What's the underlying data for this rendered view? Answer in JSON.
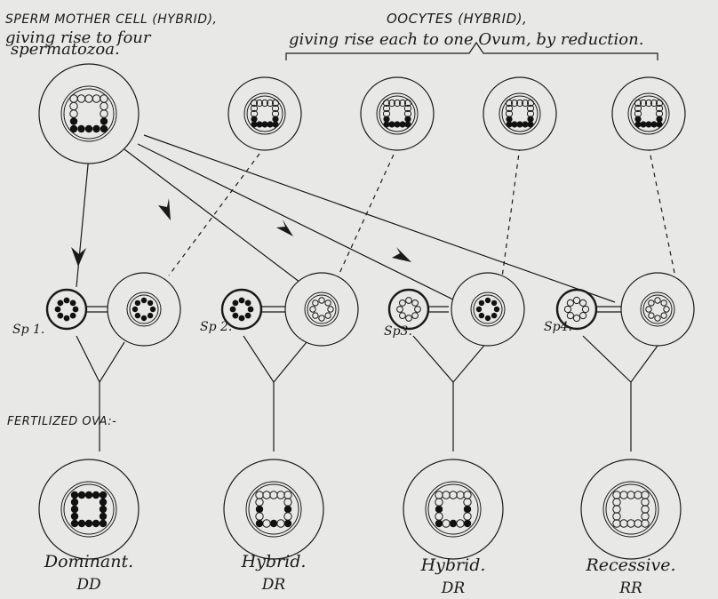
{
  "header": {
    "sperm_title": "SPERM MOTHER CELL (HYBRID),",
    "sperm_subtitle": "giving rise to four",
    "sperm_subtitle2": "spermatozoa.",
    "oocyte_title": "OOCYTES (HYBRID),",
    "oocyte_subtitle": "giving rise each to one Ovum, by reduction."
  },
  "sperm_labels": [
    "Sp 1.",
    "Sp 2.",
    "Sp3.",
    "Sp4."
  ],
  "fertilized_label": "FERTILIZED OVA:-",
  "results": [
    {
      "name": "Dominant.",
      "code": "DD"
    },
    {
      "name": "Hybrid.",
      "code": "DR"
    },
    {
      "name": "Hybrid.",
      "code": "DR"
    },
    {
      "name": "Recessive.",
      "code": "RR"
    }
  ],
  "colors": {
    "background": "#e8e8e6",
    "ink": "#1a1a1a"
  }
}
